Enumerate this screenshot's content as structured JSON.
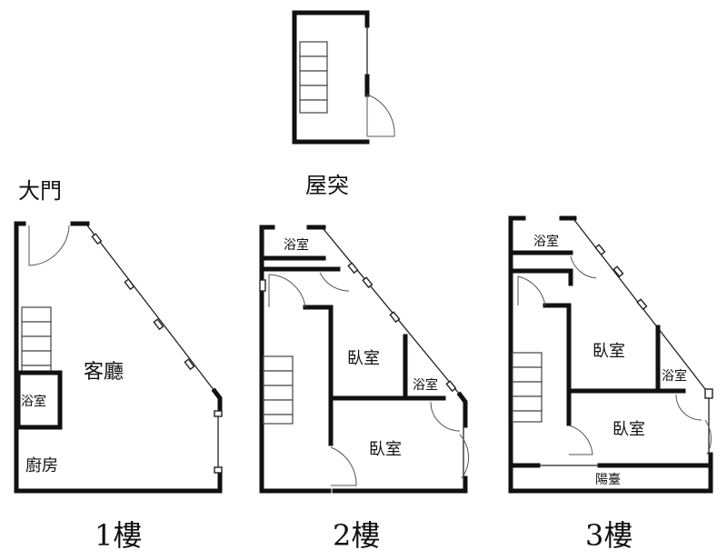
{
  "roof": {
    "label": "屋突"
  },
  "entrance": {
    "label": "大門"
  },
  "floor1": {
    "label": "1樓",
    "living_room": "客廳",
    "bathroom": "浴室",
    "kitchen": "廚房"
  },
  "floor2": {
    "label": "2樓",
    "bathroom_top": "浴室",
    "bedroom_upper": "臥室",
    "bathroom_small": "浴室",
    "bedroom_lower": "臥室"
  },
  "floor3": {
    "label": "3樓",
    "bathroom_top": "浴室",
    "bedroom_upper": "臥室",
    "bathroom_small": "浴室",
    "bedroom_lower": "臥室",
    "balcony": "陽臺"
  }
}
